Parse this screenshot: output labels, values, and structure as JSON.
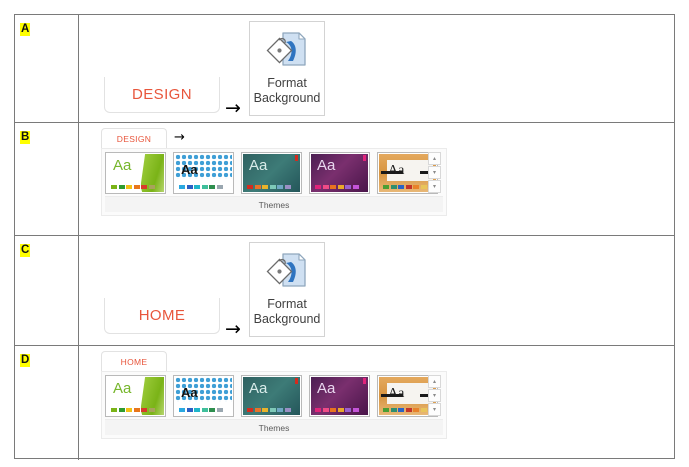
{
  "options": [
    {
      "letter": "A",
      "type": "format-background",
      "tab_label": "DESIGN",
      "arrow": "→",
      "button_label_line1": "Format",
      "button_label_line2": "Background",
      "button_icon": "format-background-icon"
    },
    {
      "letter": "B",
      "type": "ribbon-gallery",
      "tab_label": "DESIGN",
      "arrow": "→",
      "show_arrow": true,
      "group_label": "Themes"
    },
    {
      "letter": "C",
      "type": "format-background",
      "tab_label": "HOME",
      "arrow": "→",
      "button_label_line1": "Format",
      "button_label_line2": "Background",
      "button_icon": "format-background-icon"
    },
    {
      "letter": "D",
      "type": "ribbon-gallery",
      "tab_label": "HOME",
      "arrow": "",
      "show_arrow": false,
      "group_label": "Themes"
    }
  ],
  "themes_gallery": {
    "thumbnails": [
      {
        "name": "facet-theme",
        "sample_text": "Aa",
        "swatches": [
          "#7ab317",
          "#2f9c2f",
          "#f2c117",
          "#e8761c",
          "#d83b2a",
          "#a8a25b"
        ],
        "corner_dot": null
      },
      {
        "name": "dots-theme",
        "sample_text": "Aa",
        "swatches": [
          "#2aa8e0",
          "#2b5fc4",
          "#1fb5c9",
          "#3fbf9b",
          "#2f8f4f",
          "#9aa7b0"
        ],
        "corner_dot": null
      },
      {
        "name": "dark-teal-theme",
        "sample_text": "Aa",
        "swatches": [
          "#d32b1e",
          "#e8732a",
          "#e8b32a",
          "#7ec9b8",
          "#6fa8c4",
          "#9a8fc4"
        ],
        "corner_dot": "#d32b1e"
      },
      {
        "name": "purple-theme",
        "sample_text": "Aa",
        "swatches": [
          "#e0247a",
          "#ef4b86",
          "#e8731f",
          "#e8a82a",
          "#9a5fd0",
          "#c454d8"
        ],
        "corner_dot": "#e0247a"
      },
      {
        "name": "wood-boardroom-theme",
        "sample_text": "Aa",
        "swatches": [
          "#4a9e34",
          "#2f8f6f",
          "#2b63c4",
          "#c4342a",
          "#e8822a",
          "#e8c45a"
        ],
        "corner_dot": null
      }
    ],
    "scroll_buttons": [
      {
        "name": "scroll-up-button",
        "glyph": "▴"
      },
      {
        "name": "scroll-down-button",
        "glyph": "▾"
      },
      {
        "name": "more-themes-button",
        "glyph": "▾"
      }
    ]
  },
  "colors": {
    "tab_text": "#e8563c",
    "highlight": "#ffff00",
    "table_border": "#7a7a7a"
  }
}
